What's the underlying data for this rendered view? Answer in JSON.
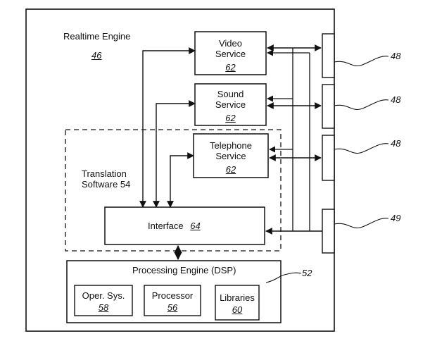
{
  "realtime_engine": {
    "label": "Realtime Engine",
    "number": "46"
  },
  "services": [
    {
      "line1": "Video",
      "line2": "Service",
      "number": "62"
    },
    {
      "line1": "Sound",
      "line2": "Service",
      "number": "62"
    },
    {
      "line1": "Telephone",
      "line2": "Service",
      "number": "62"
    }
  ],
  "translation_software": {
    "line1": "Translation",
    "line2": "Software 54"
  },
  "interface": {
    "label": "Interface",
    "number": "64"
  },
  "processing_engine": {
    "label": "Processing Engine (DSP)",
    "number": "52"
  },
  "components": [
    {
      "label": "Oper. Sys.",
      "number": "58"
    },
    {
      "label": "Processor",
      "number": "56"
    },
    {
      "label": "Libraries",
      "number": "60"
    }
  ],
  "ports": [
    {
      "number": "48"
    },
    {
      "number": "48"
    },
    {
      "number": "48"
    },
    {
      "number": "49"
    }
  ]
}
